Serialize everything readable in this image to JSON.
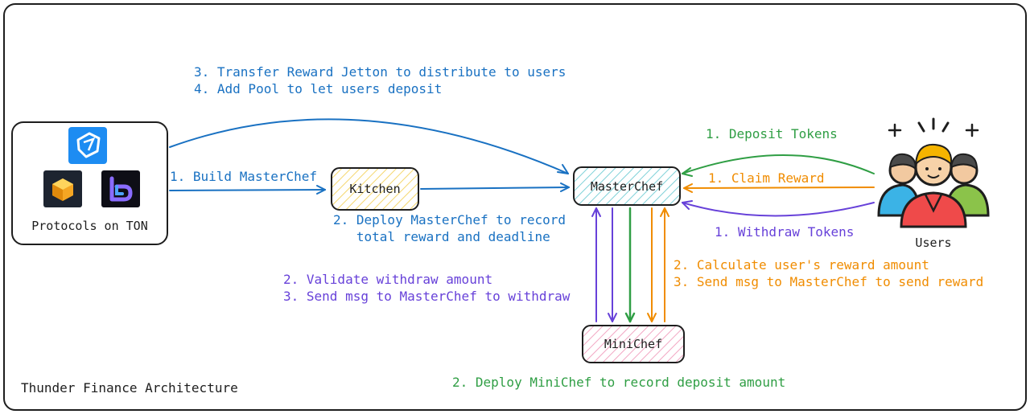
{
  "colors": {
    "blue": "#1971c2",
    "green": "#2f9e44",
    "orange": "#f08c00",
    "purple": "#6741d9",
    "stroke": "#1e1e1e",
    "kitchen_hatch": "#f5d76e",
    "masterchef_hatch": "#7fd1d8",
    "minichef_hatch": "#f2a7c3"
  },
  "diagram": {
    "caption": "Thunder Finance Architecture",
    "protocols": {
      "label": "Protocols on TON",
      "icons": [
        "ton-protocol-logo",
        "yellow-cube-logo",
        "purple-b-logo"
      ]
    },
    "kitchen": {
      "label": "Kitchen"
    },
    "masterchef": {
      "label": "MasterChef"
    },
    "minichef": {
      "label": "MiniChef"
    },
    "users": {
      "label": "Users",
      "icon": "users-group-icon"
    },
    "edges": {
      "top_blue": [
        "3. Transfer Reward Jetton to distribute to users",
        "4. Add Pool to let users deposit"
      ],
      "build": "1. Build MasterChef",
      "deploy_masterchef": [
        "2. Deploy MasterChef to record",
        "   total reward and deadline"
      ],
      "deposit": "1. Deposit Tokens",
      "claim": "1. Claim Reward",
      "withdraw": "1. Withdraw Tokens",
      "validate": [
        "2. Validate withdraw amount",
        "3. Send msg to MasterChef to withdraw"
      ],
      "calculate": [
        "2. Calculate user's reward amount",
        "3. Send msg to MasterChef to send reward"
      ],
      "deploy_minichef": "2. Deploy MiniChef to record deposit amount"
    }
  }
}
